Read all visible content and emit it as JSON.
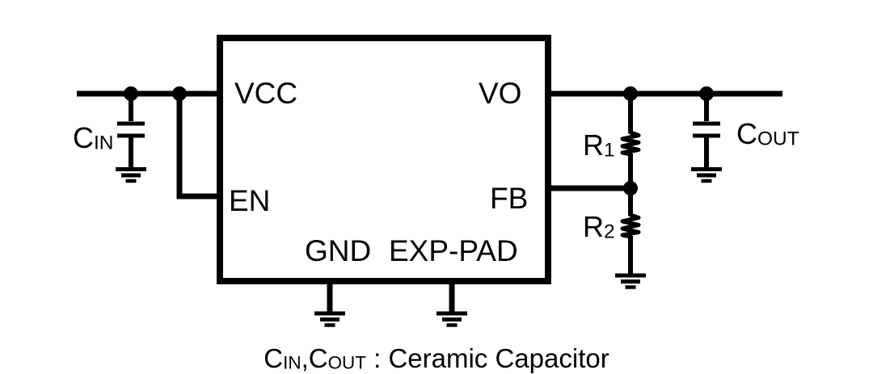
{
  "colors": {
    "wire": "#000000",
    "background": "#ffffff",
    "text": "#000000"
  },
  "ic": {
    "pins": {
      "vcc": "VCC",
      "en": "EN",
      "vo": "VO",
      "fb": "FB",
      "gnd": "GND",
      "exp_pad": "EXP-PAD"
    }
  },
  "components": {
    "cin": {
      "main": "C",
      "sub": "IN"
    },
    "cout": {
      "main": "C",
      "sub": "OUT"
    },
    "r1": {
      "main": "R",
      "sub": "1"
    },
    "r2": {
      "main": "R",
      "sub": "2"
    }
  },
  "caption": {
    "c1_main": "C",
    "c1_sub": "IN",
    "separator": ",",
    "c2_main": "C",
    "c2_sub": "OUT",
    "rest": " : Ceramic Capacitor"
  }
}
